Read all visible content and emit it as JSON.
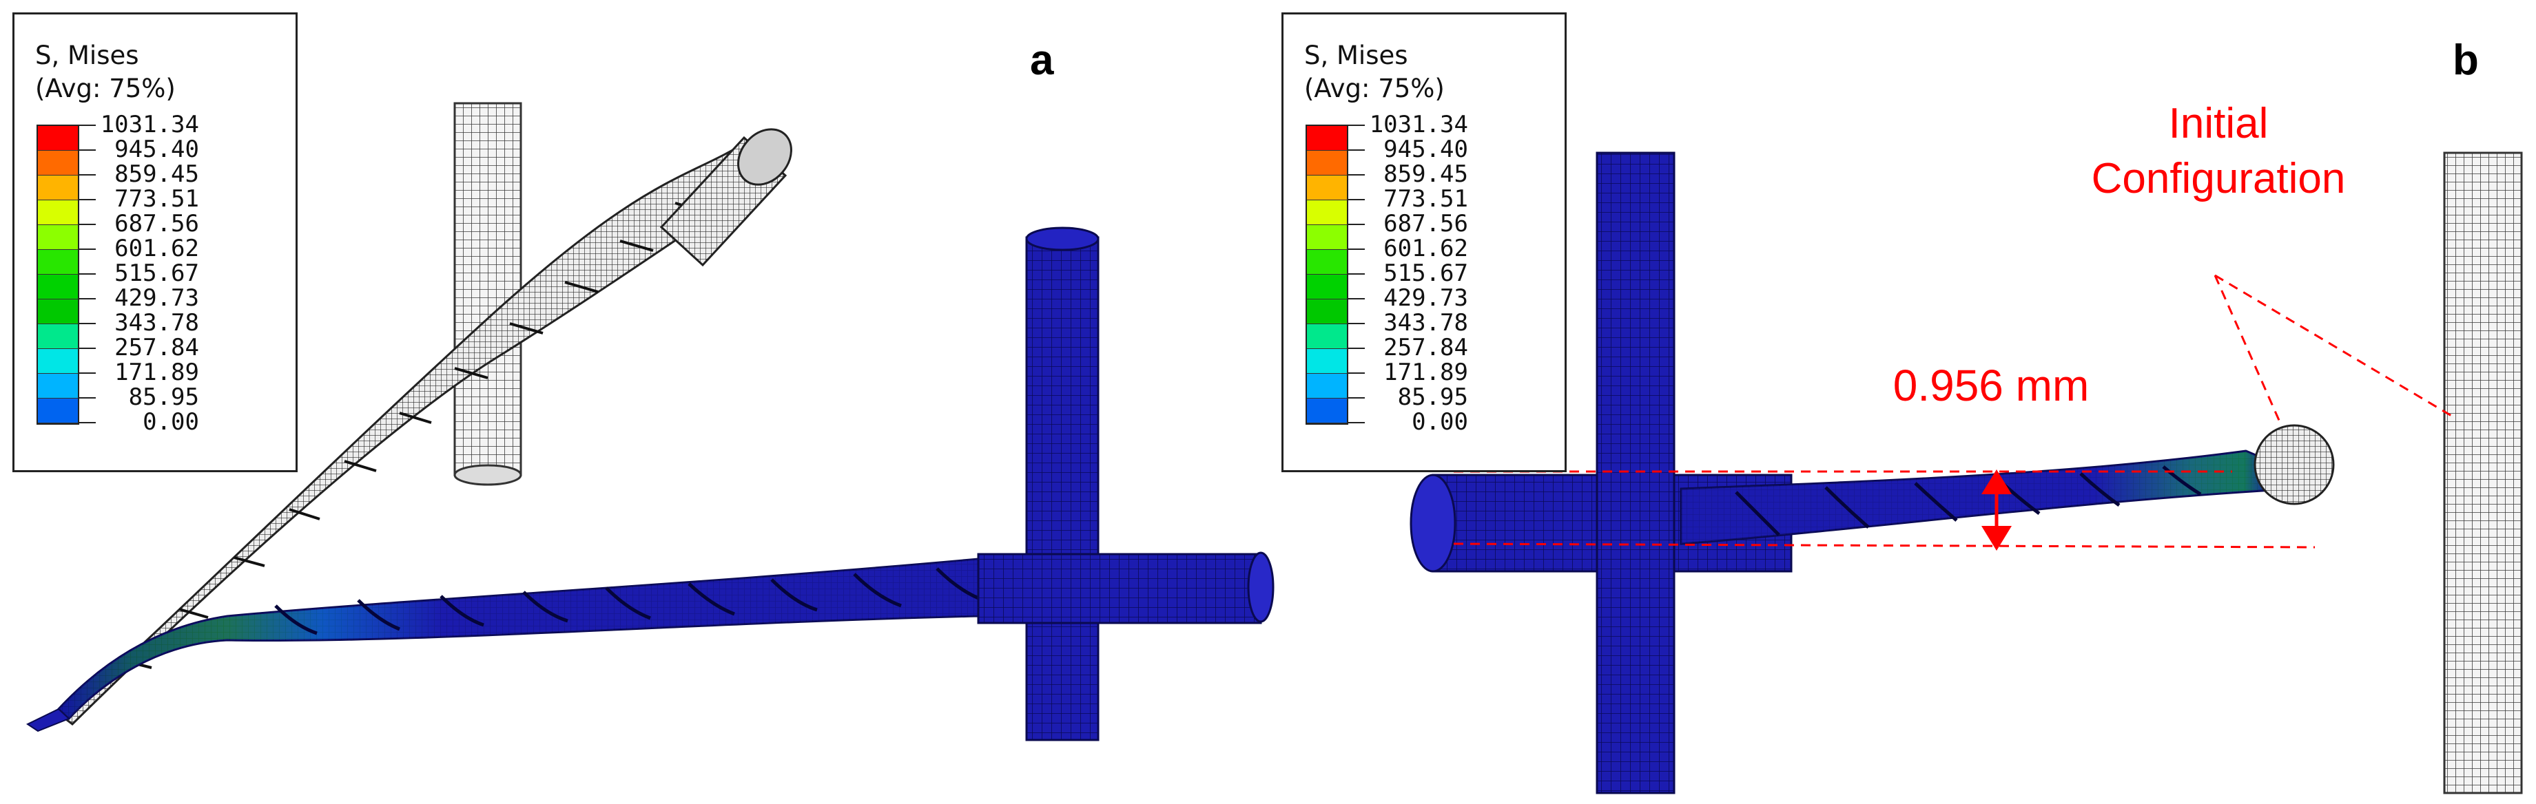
{
  "legend": {
    "title_line1": "S, Mises",
    "title_line2": "(Avg: 75%)",
    "values": [
      "1031.34",
      "945.40",
      "859.45",
      "773.51",
      "687.56",
      "601.62",
      "515.67",
      "429.73",
      "343.78",
      "257.84",
      "171.89",
      "85.95",
      "0.00"
    ],
    "colors": [
      "#ff0000",
      "#ff6a00",
      "#ffb400",
      "#d8ff00",
      "#8cff00",
      "#28e600",
      "#00d200",
      "#00c800",
      "#00e88c",
      "#00e6e6",
      "#00b4ff",
      "#0064f0",
      "#0000e6"
    ]
  },
  "panels": {
    "a": {
      "label": "a"
    },
    "b": {
      "label": "b",
      "annotation_line1": "Initial",
      "annotation_line2": "Configuration",
      "dimension_label": "0.956 mm"
    }
  },
  "colors": {
    "mesh_deformed": "#1a1aa8",
    "mesh_initial": "#555555",
    "annotation": "#ff0000"
  }
}
